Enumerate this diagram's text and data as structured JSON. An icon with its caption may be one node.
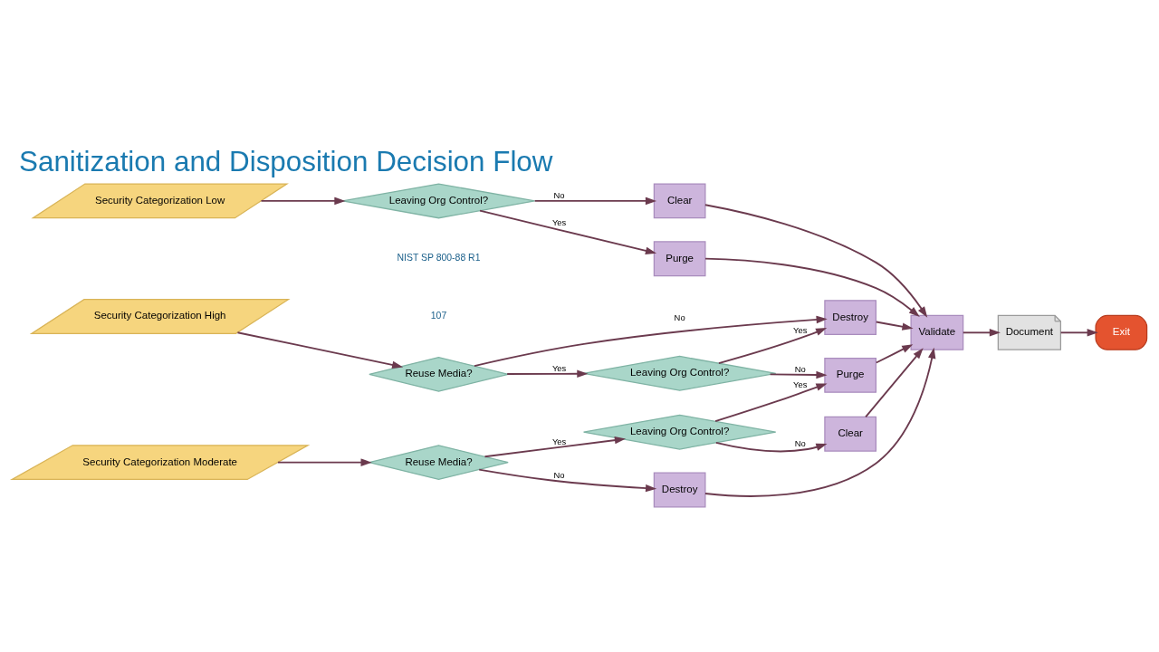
{
  "diagram": {
    "title": "Sanitization and Disposition Decision Flow",
    "nodes": [
      {
        "text": [
          "Security Categorization Low"
        ]
      },
      {
        "text": [
          "Leaving Org Control?"
        ]
      },
      {
        "text": [
          "Clear"
        ]
      },
      {
        "text": [
          "Purge"
        ]
      },
      {
        "text": [
          "Destroy"
        ]
      },
      {
        "text": [
          "Clear"
        ]
      },
      {
        "text": [
          "Validate"
        ]
      },
      {
        "text": [
          "Document"
        ]
      },
      {
        "text": [
          "Exit"
        ]
      },
      {
        "text": [
          "Security Categorization Moderate"
        ]
      },
      {
        "text": [
          "Reuse Media?"
        ]
      },
      {
        "text": [
          "Leaving Org Control?"
        ]
      },
      {
        "text": [
          "Purge"
        ]
      },
      {
        "text": [
          "Security Categorization High"
        ]
      },
      {
        "text": [
          "Reuse Media?"
        ]
      },
      {
        "text": [
          "Leaving Org Control?"
        ]
      },
      {
        "text": [
          "Destroy"
        ]
      }
    ],
    "edges": [
      {
        "from": 0,
        "to": 1,
        "arrow": "to"
      },
      {
        "from": 1,
        "to": 2,
        "arrow": "to",
        "label": "No"
      },
      {
        "from": 1,
        "to": 3,
        "arrow": "to",
        "label": "Yes"
      },
      {
        "from": 2,
        "to": 6,
        "arrow": "to"
      },
      {
        "from": 3,
        "to": 6,
        "arrow": "to"
      },
      {
        "from": 4,
        "to": 6,
        "arrow": "to"
      },
      {
        "from": 5,
        "to": 6,
        "arrow": "to"
      },
      {
        "from": 6,
        "to": 7,
        "arrow": "to"
      },
      {
        "from": 7,
        "to": 8,
        "arrow": "to"
      },
      {
        "from": 9,
        "to": 10,
        "arrow": "to"
      },
      {
        "from": 10,
        "to": 4,
        "arrow": "to",
        "label": "No"
      },
      {
        "from": 10,
        "to": 11,
        "arrow": "to",
        "label": "Yes"
      },
      {
        "from": 11,
        "to": 5,
        "arrow": "to",
        "label": "No"
      },
      {
        "from": 11,
        "to": 12,
        "arrow": "to",
        "label": "Yes"
      },
      {
        "from": 12,
        "to": 6,
        "arrow": "to"
      },
      {
        "from": 13,
        "to": 14,
        "arrow": "to"
      },
      {
        "from": 14,
        "to": 15,
        "arrow": "to",
        "label": "Yes"
      },
      {
        "from": 14,
        "to": 16,
        "arrow": "to",
        "label": "No"
      },
      {
        "from": 15,
        "to": 12,
        "arrow": "to",
        "label": "No"
      },
      {
        "from": 15,
        "to": 16,
        "arrow": "to",
        "label": "Yes"
      },
      {
        "from": 16,
        "to": 6,
        "arrow": "to"
      }
    ],
    "labels": [
      "NIST SP 800-88 R1",
      "107"
    ]
  }
}
